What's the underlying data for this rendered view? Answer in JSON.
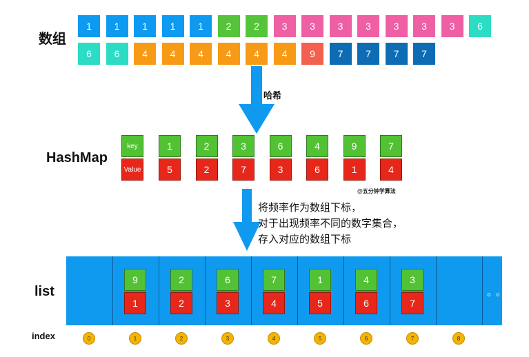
{
  "labels": {
    "array": "数组",
    "hash_step": "哈希",
    "hashmap": "HashMap",
    "list": "list",
    "index": "index",
    "watermark": "@五分钟学算法",
    "ellipsis": "。。"
  },
  "note_lines": [
    "将频率作为数组下标，",
    "对于出现频率不同的数字集合，",
    "存入对应的数组下标"
  ],
  "array_row1": [
    {
      "v": "1",
      "c": "#0e9af0"
    },
    {
      "v": "1",
      "c": "#0e9af0"
    },
    {
      "v": "1",
      "c": "#0e9af0"
    },
    {
      "v": "1",
      "c": "#0e9af0"
    },
    {
      "v": "1",
      "c": "#0e9af0"
    },
    {
      "v": "2",
      "c": "#56c43a"
    },
    {
      "v": "2",
      "c": "#56c43a"
    },
    {
      "v": "3",
      "c": "#ee5fa4"
    },
    {
      "v": "3",
      "c": "#ee5fa4"
    },
    {
      "v": "3",
      "c": "#ee5fa4"
    },
    {
      "v": "3",
      "c": "#ee5fa4"
    },
    {
      "v": "3",
      "c": "#ee5fa4"
    },
    {
      "v": "3",
      "c": "#ee5fa4"
    },
    {
      "v": "3",
      "c": "#ee5fa4"
    },
    {
      "v": "6",
      "c": "#2ddcc4"
    }
  ],
  "array_row2": [
    {
      "v": "6",
      "c": "#2ddcc4"
    },
    {
      "v": "6",
      "c": "#2ddcc4"
    },
    {
      "v": "4",
      "c": "#f79a16"
    },
    {
      "v": "4",
      "c": "#f79a16"
    },
    {
      "v": "4",
      "c": "#f79a16"
    },
    {
      "v": "4",
      "c": "#f79a16"
    },
    {
      "v": "4",
      "c": "#f79a16"
    },
    {
      "v": "4",
      "c": "#f79a16"
    },
    {
      "v": "9",
      "c": "#f3604f"
    },
    {
      "v": "7",
      "c": "#0d6cb3"
    },
    {
      "v": "7",
      "c": "#0d6cb3"
    },
    {
      "v": "7",
      "c": "#0d6cb3"
    },
    {
      "v": "7",
      "c": "#0d6cb3"
    }
  ],
  "hashmap": {
    "key_header": "key",
    "value_header": "Value",
    "keys": [
      "1",
      "2",
      "3",
      "6",
      "4",
      "9",
      "7"
    ],
    "values": [
      "5",
      "2",
      "7",
      "3",
      "6",
      "1",
      "4"
    ]
  },
  "list_items": [
    {
      "key": "9",
      "freq": "1"
    },
    {
      "key": "2",
      "freq": "2"
    },
    {
      "key": "6",
      "freq": "3"
    },
    {
      "key": "7",
      "freq": "4"
    },
    {
      "key": "1",
      "freq": "5"
    },
    {
      "key": "4",
      "freq": "6"
    },
    {
      "key": "3",
      "freq": "7"
    }
  ],
  "indices": [
    "0",
    "1",
    "2",
    "3",
    "4",
    "5",
    "6",
    "7",
    "8"
  ],
  "colors": {
    "arrow": "#0f9af0",
    "list_bg": "#0f9af0",
    "key_green": "#52c234",
    "value_red": "#e8271b",
    "index_dot": "#f4b400"
  }
}
